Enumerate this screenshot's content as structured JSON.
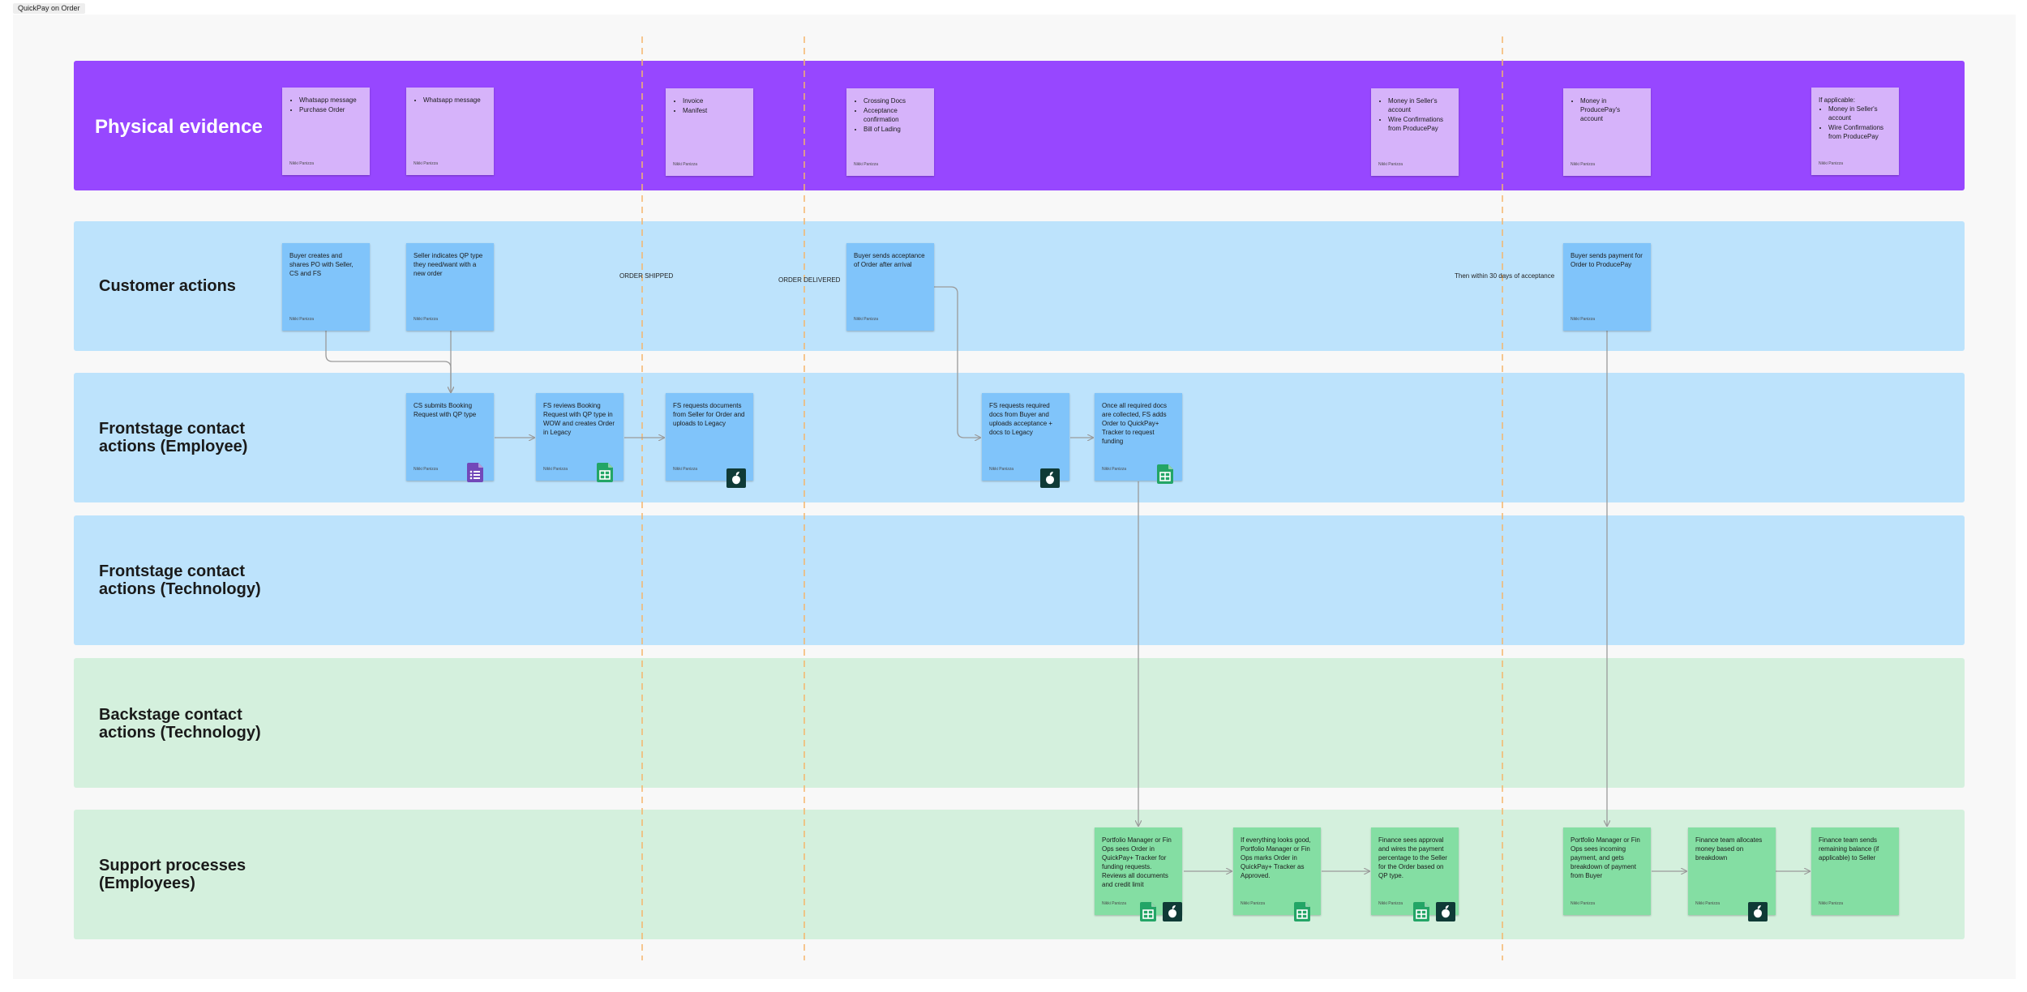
{
  "frame": {
    "label": "QuickPay on Order"
  },
  "lanes": [
    {
      "id": "physical",
      "label": "Physical evidence",
      "color": "#9747ff"
    },
    {
      "id": "customer",
      "label": "Customer actions",
      "color": "#bde3fc"
    },
    {
      "id": "front_emp",
      "label": "Frontstage contact actions (Employee)",
      "line1": "Frontstage contact",
      "line2": "actions (Employee)",
      "color": "#bde3fc"
    },
    {
      "id": "front_tech",
      "label": "Frontstage contact actions (Technology)",
      "line1": "Frontstage contact",
      "line2": "actions (Technology)",
      "color": "#bde3fc"
    },
    {
      "id": "back_tech",
      "label": "Backstage contact actions (Technology)",
      "line1": "Backstage contact",
      "line2": "actions (Technology)",
      "color": "#d4f0dd"
    },
    {
      "id": "support",
      "label": "Support processes (Employees)",
      "line1": "Support processes",
      "line2": "(Employees)",
      "color": "#d4f0dd"
    }
  ],
  "phases": [
    {
      "label": "ORDER SHIPPED"
    },
    {
      "label": "ORDER DELIVERED"
    },
    {
      "label": "Then within 30 days of acceptance"
    }
  ],
  "author": "Nikki Panizza",
  "physical_notes": [
    {
      "items": [
        "Whatsapp message",
        "Purchase Order"
      ]
    },
    {
      "items": [
        "Whatsapp message"
      ]
    },
    {
      "items": [
        "Invoice",
        "Manifest"
      ]
    },
    {
      "items": [
        "Crossing Docs",
        "Acceptance confirmation",
        "Bill of Lading"
      ]
    },
    {
      "items": [
        "Money in Seller's account",
        "Wire Confirmations from ProducePay"
      ]
    },
    {
      "items": [
        "Money in ProducePay's account"
      ]
    },
    {
      "intro": "If applicable:",
      "items": [
        "Money in Seller's account",
        "Wire Confirmations from ProducePay"
      ]
    }
  ],
  "customer_notes": [
    {
      "text": "Buyer creates and shares PO with Seller, CS and FS"
    },
    {
      "text": "Seller indicates QP type they need/want with a new order"
    },
    {
      "text": "Buyer sends acceptance of Order after arrival"
    },
    {
      "text": "Buyer sends payment for Order to ProducePay"
    }
  ],
  "frontstage_notes": [
    {
      "text": "CS submits Booking Request with QP type",
      "icons": [
        "google-forms-icon"
      ]
    },
    {
      "text": "FS reviews Booking Request with QP type in WOW and creates Order in Legacy",
      "icons": [
        "google-sheets-icon"
      ]
    },
    {
      "text": "FS requests documents from Seller for Order and uploads to Legacy",
      "icons": [
        "producepay-icon"
      ]
    },
    {
      "text": "FS requests required docs from Buyer and uploads acceptance + docs to Legacy",
      "icons": [
        "producepay-icon"
      ]
    },
    {
      "text": "Once all required docs are collected, FS adds Order to QuickPay+ Tracker to request funding",
      "icons": [
        "google-sheets-icon"
      ]
    }
  ],
  "support_notes": [
    {
      "text": "Portfolio Manager or Fin Ops sees Order in QuickPay+ Tracker for funding requests. Reviews all documents and credit limit",
      "icons": [
        "google-sheets-icon",
        "producepay-icon"
      ]
    },
    {
      "text": "If everything looks good, Portfolio Manager or Fin Ops marks Order in QuickPay+ Tracker as Approved.",
      "icons": [
        "google-sheets-icon"
      ]
    },
    {
      "text": "Finance sees approval and wires the payment percentage to the Seller for the Order based on QP type.",
      "icons": [
        "google-sheets-icon",
        "producepay-icon"
      ]
    },
    {
      "text": "Portfolio Manager or Fin Ops sees incoming payment, and gets breakdown of payment from Buyer",
      "icons": []
    },
    {
      "text": "Finance team allocates money based on breakdown",
      "icons": [
        "producepay-icon"
      ]
    },
    {
      "text": "Finance team sends remaining balance (if applicable) to Seller",
      "icons": []
    }
  ],
  "colors": {
    "phase_line": "#f5b66b",
    "connector": "#9a9a9a",
    "sheets": "#23a566",
    "forms": "#7248b9",
    "producepay": "#0f3a36"
  }
}
